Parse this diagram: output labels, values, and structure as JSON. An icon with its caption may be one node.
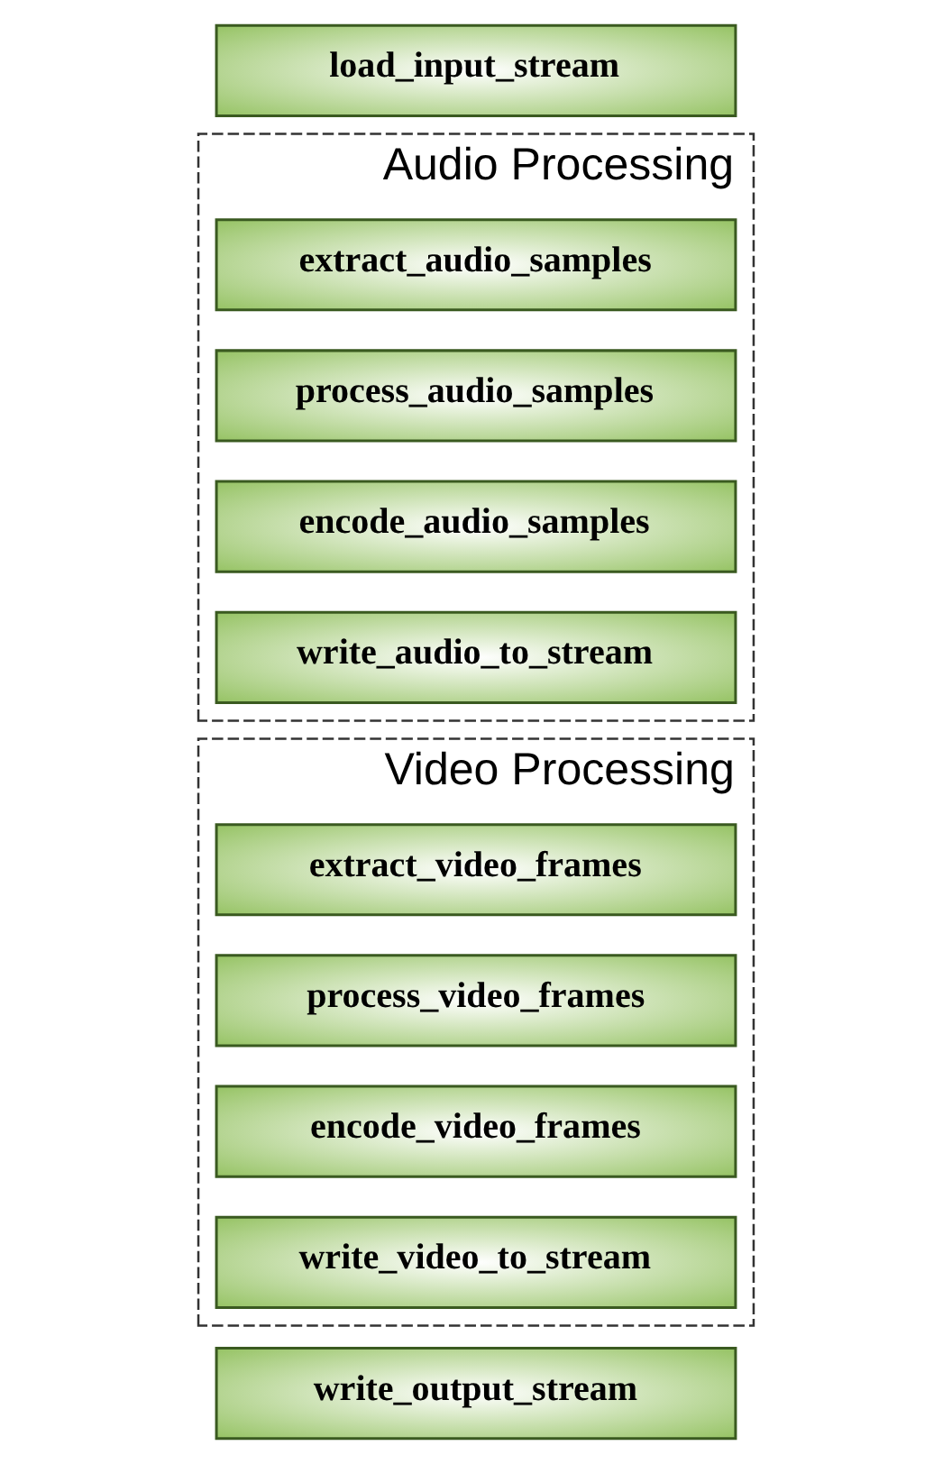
{
  "diagram": {
    "nodes": [
      {
        "text": [
          "load_input_stream"
        ]
      },
      {
        "text": [
          "Audio Processing"
        ]
      },
      {
        "text": [
          "extract_audio_samples"
        ],
        "in": 1
      },
      {
        "text": [
          "process_audio_samples"
        ],
        "in": 1
      },
      {
        "text": [
          "encode_audio_samples"
        ],
        "in": 1
      },
      {
        "text": [
          "write_audio_to_stream"
        ],
        "in": 1
      },
      {
        "text": [
          "Video Processing"
        ]
      },
      {
        "text": [
          "extract_video_frames"
        ],
        "in": 6
      },
      {
        "text": [
          "process_video_frames"
        ],
        "in": 6
      },
      {
        "text": [
          "encode_video_frames"
        ],
        "in": 6
      },
      {
        "text": [
          "write_video_to_stream"
        ],
        "in": 6
      },
      {
        "text": [
          "write_output_stream"
        ]
      }
    ]
  }
}
